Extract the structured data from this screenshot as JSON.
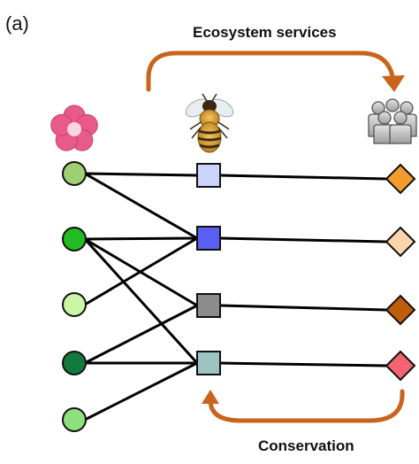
{
  "panel_label": "(a)",
  "top_arrow_label": "Ecosystem services",
  "bottom_arrow_label": "Conservation",
  "colors": {
    "arrow": "#c8641e",
    "edge": "#000000",
    "plants": [
      "#9fcf73",
      "#22bb22",
      "#ccf5a6",
      "#127a3c",
      "#8ee07f"
    ],
    "pollinators": [
      "#ccd3fa",
      "#5a5ef2",
      "#8c8c8c",
      "#9ec4c2"
    ],
    "services": [
      "#f49b2e",
      "#fdd5ad",
      "#c05d0b",
      "#f36372"
    ]
  },
  "icons": {
    "plant_group": "flower-icon",
    "pollinator_group": "bee-icon",
    "human_group": "people-icon"
  },
  "plant_pollinator_links": [
    [
      0,
      0
    ],
    [
      0,
      1
    ],
    [
      1,
      1
    ],
    [
      1,
      2
    ],
    [
      1,
      3
    ],
    [
      2,
      1
    ],
    [
      3,
      2
    ],
    [
      3,
      3
    ],
    [
      4,
      3
    ]
  ],
  "pollinator_service_links": [
    [
      0,
      0
    ],
    [
      1,
      1
    ],
    [
      2,
      2
    ],
    [
      3,
      3
    ]
  ]
}
